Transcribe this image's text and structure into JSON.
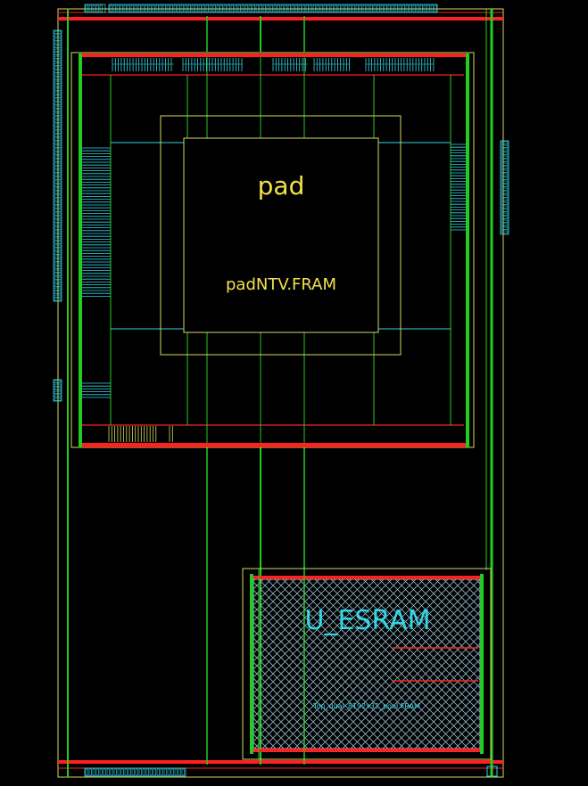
{
  "layout_view": {
    "labels": {
      "pad_block": "pad",
      "pad_frame": "padNTV.FRAM",
      "sram_block": "U_ESRAM",
      "sram_frame": "Top_dual_8192x32_pool.FRAM"
    },
    "colors": {
      "background": "#000000",
      "power_rail": "#ff2020",
      "routing": "#22cc22",
      "boundary": "#e8e860",
      "pins": "#33d6e6",
      "pad_text": "#f2e24a",
      "sram_text": "#33d6e6",
      "sram_hatch": "#88bbcc"
    }
  }
}
